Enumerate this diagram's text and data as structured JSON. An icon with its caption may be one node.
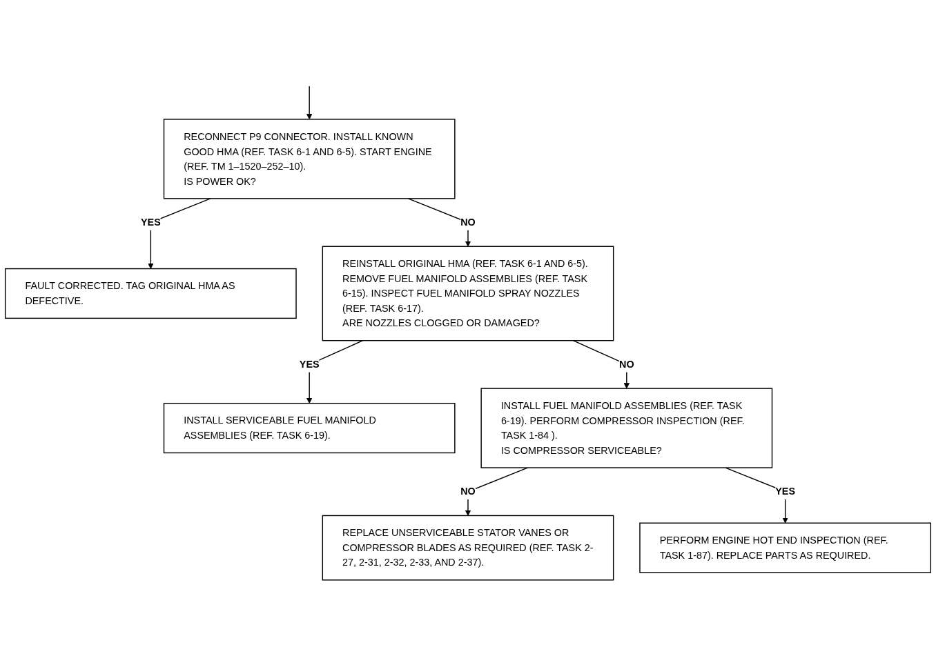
{
  "diagram": {
    "nodes": [
      {
        "text": [
          "RECONNECT P9 CONNECTOR. INSTALL KNOWN GOOD HMA (REF. TASK 6-1 AND 6-5). START ENGINE (REF. TM 1–1520–252–10).",
          "IS POWER OK?"
        ]
      },
      {
        "text": [
          "FAULT CORRECTED. TAG ORIGINAL HMA AS DEFECTIVE."
        ]
      },
      {
        "text": [
          "REINSTALL ORIGINAL HMA (REF. TASK 6-1 AND 6-5). REMOVE FUEL MANIFOLD ASSEMBLIES (REF. TASK 6-15). INSPECT FUEL MANIFOLD SPRAY NOZZLES (REF. TASK 6-17).",
          "ARE NOZZLES CLOGGED OR DAMAGED?"
        ]
      },
      {
        "text": [
          "INSTALL SERVICEABLE FUEL MANIFOLD ASSEMBLIES (REF. TASK 6-19)."
        ]
      },
      {
        "text": [
          "INSTALL FUEL MANIFOLD ASSEMBLIES (REF. TASK 6-19). PERFORM COMPRESSOR INSPECTION (REF. TASK 1-84 ).",
          "IS COMPRESSOR SERVICEABLE?"
        ]
      },
      {
        "text": [
          "REPLACE UNSERVICEABLE STATOR VANES OR COMPRESSOR BLADES AS REQUIRED (REF. TASK 2-27, 2-31, 2-32, 2-33, AND 2-37)."
        ]
      },
      {
        "text": [
          "PERFORM ENGINE HOT END INSPECTION (REF. TASK 1-87). REPLACE PARTS AS REQUIRED."
        ]
      }
    ],
    "edges": [
      {
        "from": null,
        "to": 0,
        "arrow": "to"
      },
      {
        "from": 0,
        "to": 1,
        "label": "YES",
        "arrow": "to"
      },
      {
        "from": 0,
        "to": 2,
        "label": "NO",
        "arrow": "to"
      },
      {
        "from": 2,
        "to": 3,
        "label": "YES",
        "arrow": "to"
      },
      {
        "from": 2,
        "to": 4,
        "label": "NO",
        "arrow": "to"
      },
      {
        "from": 4,
        "to": 5,
        "label": "NO",
        "arrow": "to"
      },
      {
        "from": 4,
        "to": 6,
        "label": "YES",
        "arrow": "to"
      }
    ]
  }
}
